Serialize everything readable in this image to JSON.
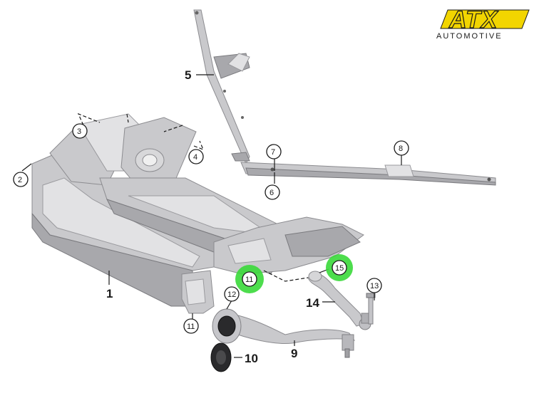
{
  "logo": {
    "main": "ATX",
    "sub": "AUTOMOTIVE",
    "color": "#f2d500"
  },
  "callouts": {
    "c1": "1",
    "c2": "2",
    "c3": "3",
    "c4": "4",
    "c5": "5",
    "c6": "6",
    "c7": "7",
    "c8": "8",
    "c9": "9",
    "c10": "10",
    "c11a": "11",
    "c11b": "11",
    "c12": "12",
    "c13": "13",
    "c14": "14",
    "c15": "15"
  },
  "highlight_color": "#3ad93a"
}
